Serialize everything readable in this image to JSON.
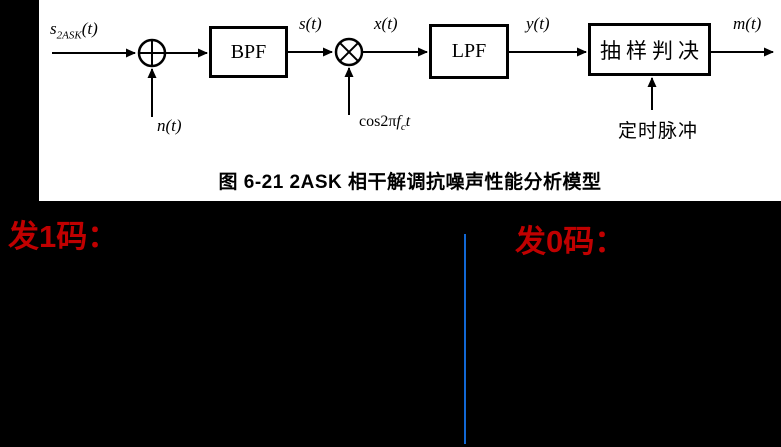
{
  "panel": {
    "caption": "图 6-21 2ASK 相干解调抗噪声性能分析模型",
    "blocks": {
      "bpf": "BPF",
      "lpf": "LPF",
      "decision": "抽样判决"
    },
    "labels": {
      "input_base": "s",
      "input_sub": "2ASK",
      "input_rest": "(t)",
      "noise": "n(t)",
      "after_bpf": "s(t)",
      "after_mult": "x(t)",
      "after_lpf": "y(t)",
      "output": "m(t)",
      "carrier_pre": "cos2π",
      "carrier_f": "f",
      "carrier_sub": "c",
      "carrier_rest": "t",
      "timing": "定时脉冲"
    }
  },
  "annotations": {
    "send_one": "发1码：",
    "send_zero": "发0码："
  },
  "colors": {
    "annotation_red": "#C00000",
    "divider_blue": "#1268D4",
    "panel_bg": "#FFFFFF",
    "page_bg": "#000000",
    "diagram_ink": "#000000"
  }
}
